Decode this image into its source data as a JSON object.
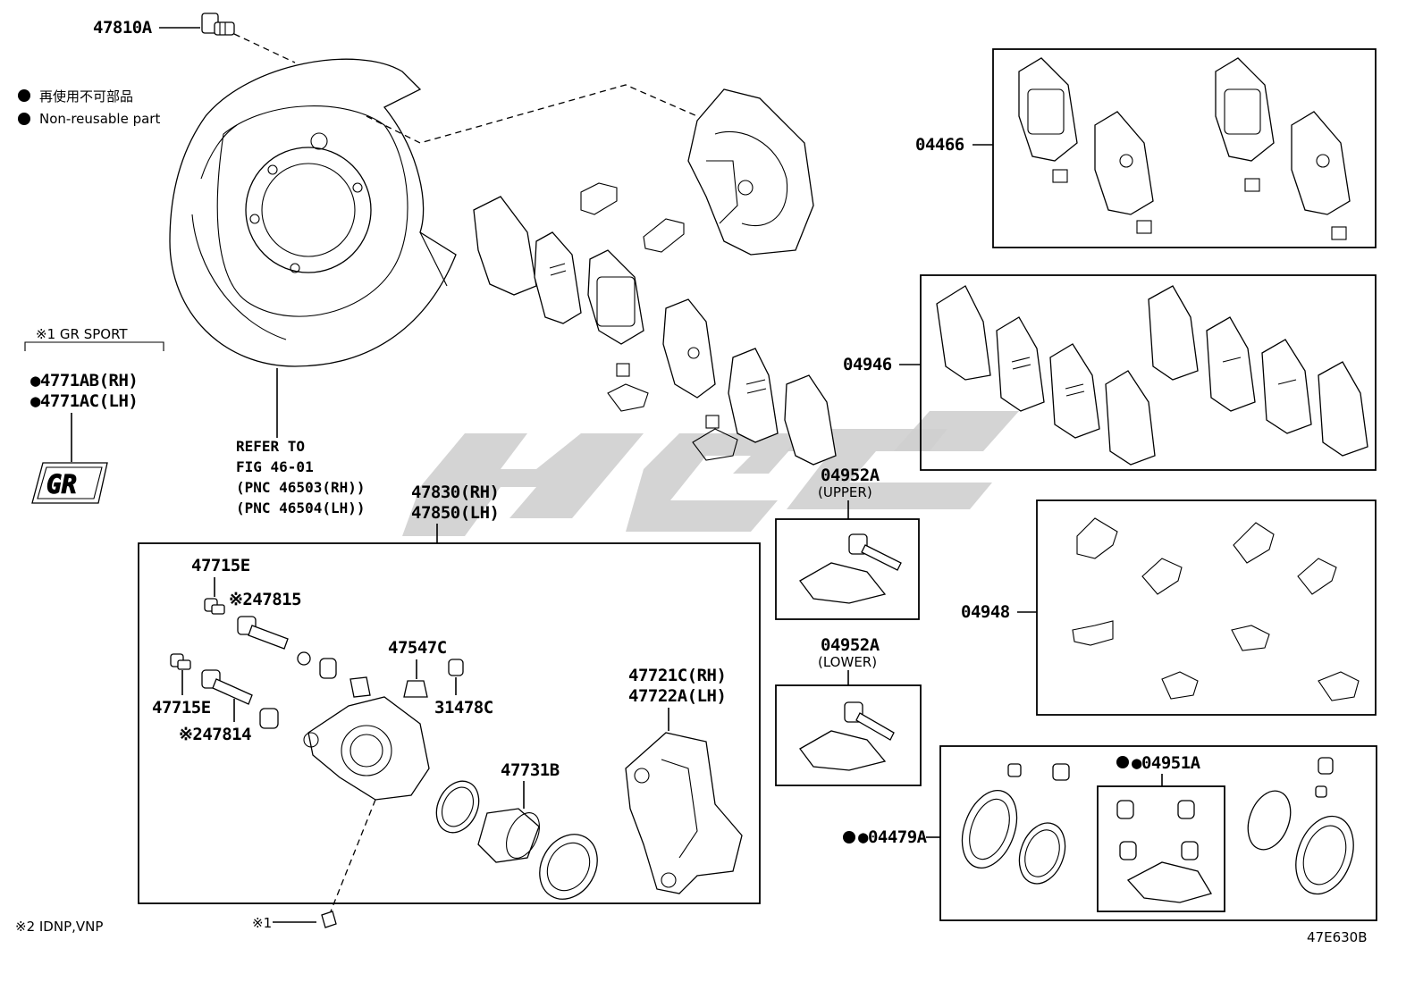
{
  "legend": {
    "jp_label": "再使用不可部品",
    "en_label": "Non-reusable part",
    "bullet_symbol": "●"
  },
  "gr_sport": {
    "title": "※1 GR SPORT",
    "parts": [
      "●4771AB(RH)",
      "●4771AC(LH)"
    ],
    "badge_text": "GR"
  },
  "refer": {
    "lines": [
      "REFER TO",
      "FIG 46-01",
      "(PNC 46503(RH))",
      "(PNC 46504(LH))"
    ]
  },
  "labels": {
    "p47810A": "47810A",
    "p04466": "04466",
    "p04946": "04946",
    "p04948": "04948",
    "caliper_assy": [
      "47830(RH)",
      "47850(LH)"
    ],
    "p47715E_top": "47715E",
    "p47815": "※247815",
    "p47547C": "47547C",
    "p31478C": "31478C",
    "p47715E_bottom": "47715E",
    "p47814": "※247814",
    "p47731B": "47731B",
    "mount": [
      "47721C(RH)",
      "47722A(LH)"
    ],
    "p04952A_upper": "04952A",
    "upper_note": "(UPPER)",
    "p04952A_lower": "04952A",
    "lower_note": "(LOWER)",
    "p04951A": "●04951A",
    "p04479A": "●04479A",
    "ref_mark": "※1"
  },
  "footnotes": {
    "note2": "※2 IDNP,VNP",
    "figure_id": "47E630B"
  },
  "watermark": {
    "color": "#c8c8c8"
  }
}
